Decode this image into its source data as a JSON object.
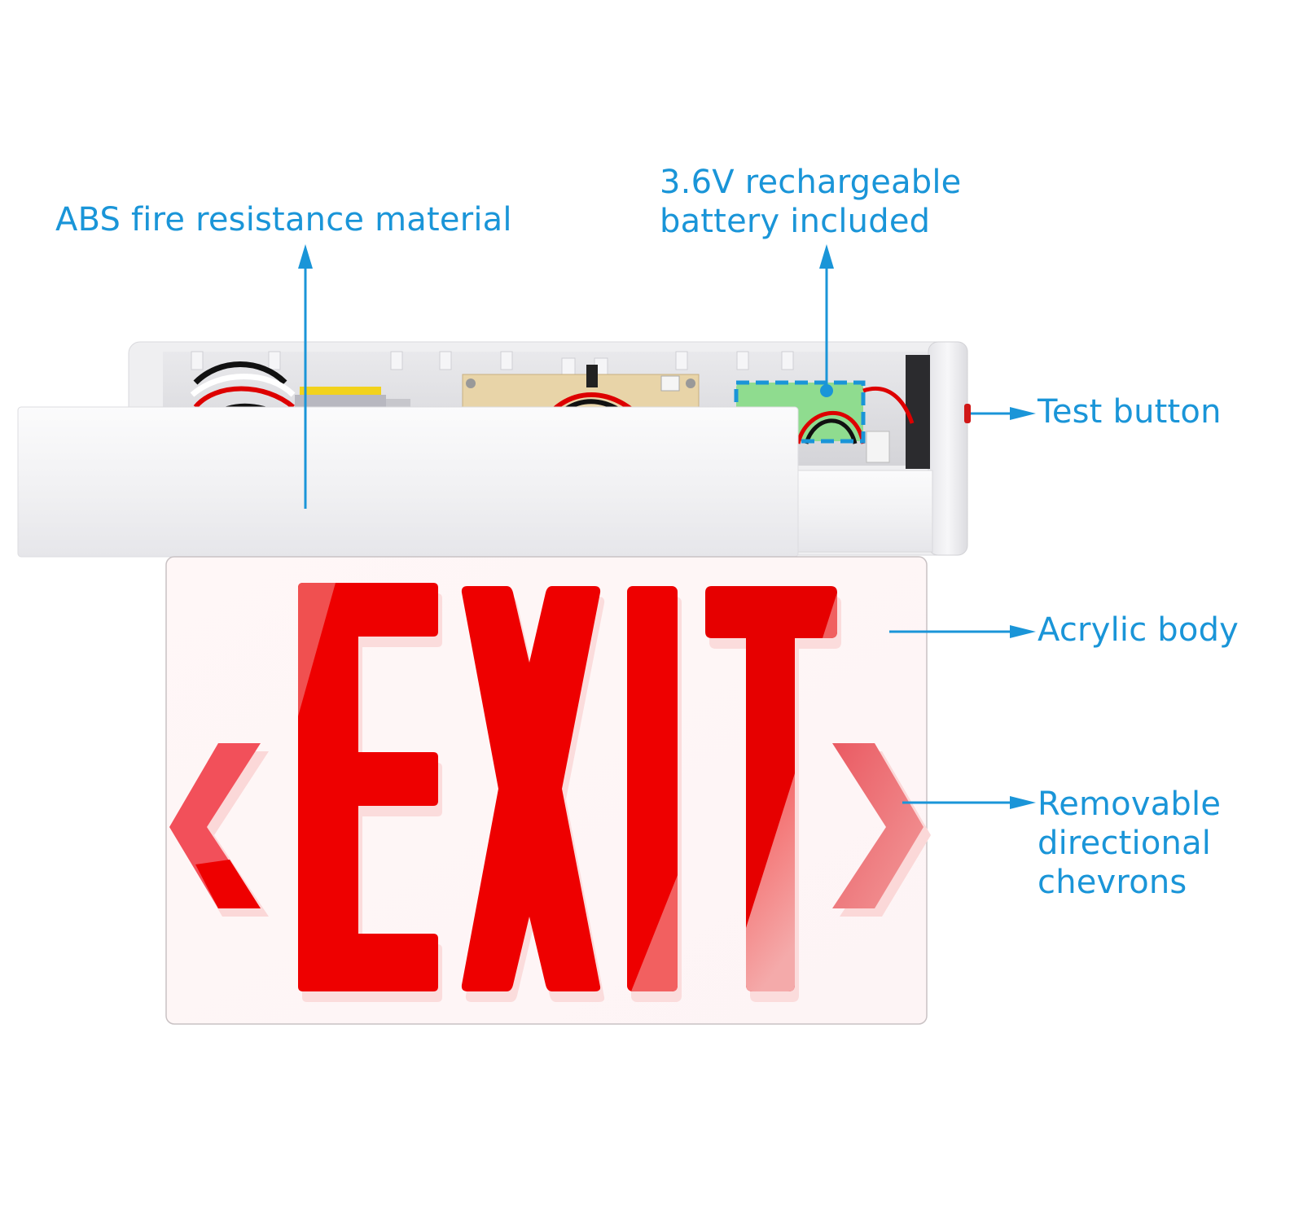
{
  "diagram": {
    "subject": "LED exit sign (edge-lit, acrylic panel)",
    "sign_text": "EXIT",
    "colors": {
      "callout_blue": "#1a95d8",
      "sign_red": "#ee0000",
      "housing": "#f1f1f3",
      "battery_green": "#8fdc8f"
    },
    "callouts": [
      {
        "id": "abs",
        "lines": [
          "ABS fire resistance material"
        ],
        "arrow": "up",
        "target": "housing cover"
      },
      {
        "id": "battery",
        "lines": [
          "3.6V rechargeable",
          "battery included"
        ],
        "arrow": "up",
        "target": "battery pack"
      },
      {
        "id": "test",
        "lines": [
          "Test button"
        ],
        "arrow": "right",
        "target": "red test button"
      },
      {
        "id": "acrylic",
        "lines": [
          "Acrylic body"
        ],
        "arrow": "right",
        "target": "acrylic panel"
      },
      {
        "id": "chevrons",
        "lines": [
          "Removable",
          "directional",
          "chevrons"
        ],
        "arrow": "right",
        "target": "right chevron"
      }
    ],
    "chevrons": [
      "left",
      "right"
    ]
  }
}
